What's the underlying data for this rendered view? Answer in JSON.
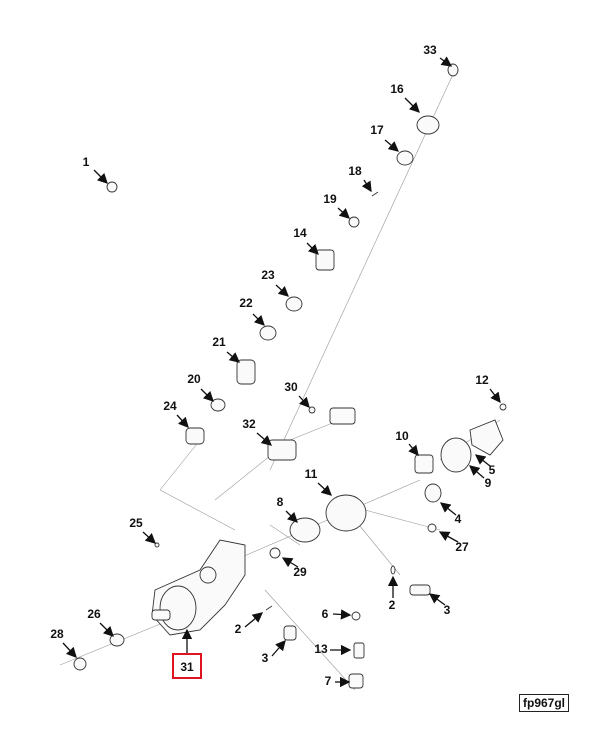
{
  "diagram": {
    "reference_code": "fp967gl",
    "highlighted_callout": "31",
    "highlight_color": "#e0141e",
    "callouts": [
      "33",
      "16",
      "17",
      "18",
      "1",
      "19",
      "14",
      "23",
      "22",
      "21",
      "20",
      "12",
      "24",
      "30",
      "32",
      "10",
      "5",
      "11",
      "9",
      "8",
      "4",
      "25",
      "27",
      "29",
      "2",
      "3",
      "26",
      "6",
      "2",
      "28",
      "13",
      "31",
      "3",
      "7"
    ]
  }
}
